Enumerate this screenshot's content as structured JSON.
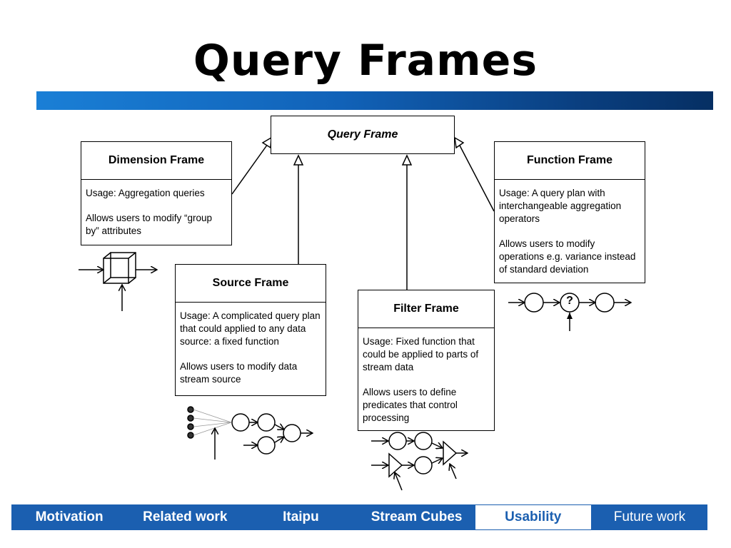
{
  "slide": {
    "title": "Query Frames"
  },
  "query_frame": {
    "label": "Query Frame"
  },
  "frames": {
    "dimension": {
      "title": "Dimension Frame",
      "usage": "Usage: Aggregation queries",
      "allows": "Allows users to modify “group by” attributes"
    },
    "source": {
      "title": "Source Frame",
      "usage": "Usage: A complicated query plan that could applied to any data source: a fixed function",
      "allows": "Allows users to modify data stream source"
    },
    "filter": {
      "title": "Filter Frame",
      "usage": "Usage: Fixed function that could be applied to parts of stream data",
      "allows": "Allows users to define predicates that control processing"
    },
    "function": {
      "title": "Function Frame",
      "usage": "Usage: A query plan with interchangeable aggregation operators",
      "allows": "Allows users to modify operations e.g. variance instead of standard deviation"
    }
  },
  "function_glyph": {
    "label": "?"
  },
  "nav": {
    "items": [
      {
        "label": "Motivation"
      },
      {
        "label": "Related work"
      },
      {
        "label": "Itaipu"
      },
      {
        "label": "Stream Cubes"
      },
      {
        "label": "Usability"
      },
      {
        "label": "Future work"
      }
    ],
    "active_index": 4,
    "accent_color": "#1b5fb0"
  }
}
